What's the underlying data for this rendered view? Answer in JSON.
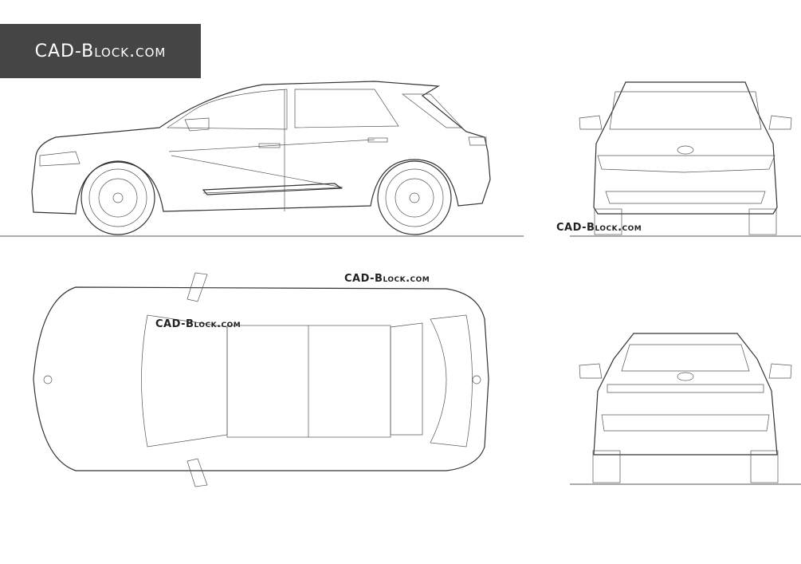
{
  "banner": {
    "text": "CAD-Block.com",
    "background": "#454545"
  },
  "watermarks": [
    "CAD-Block.com",
    "CAD-Block.com",
    "CAD-Block.com"
  ],
  "views": [
    "side",
    "front",
    "top",
    "rear"
  ]
}
